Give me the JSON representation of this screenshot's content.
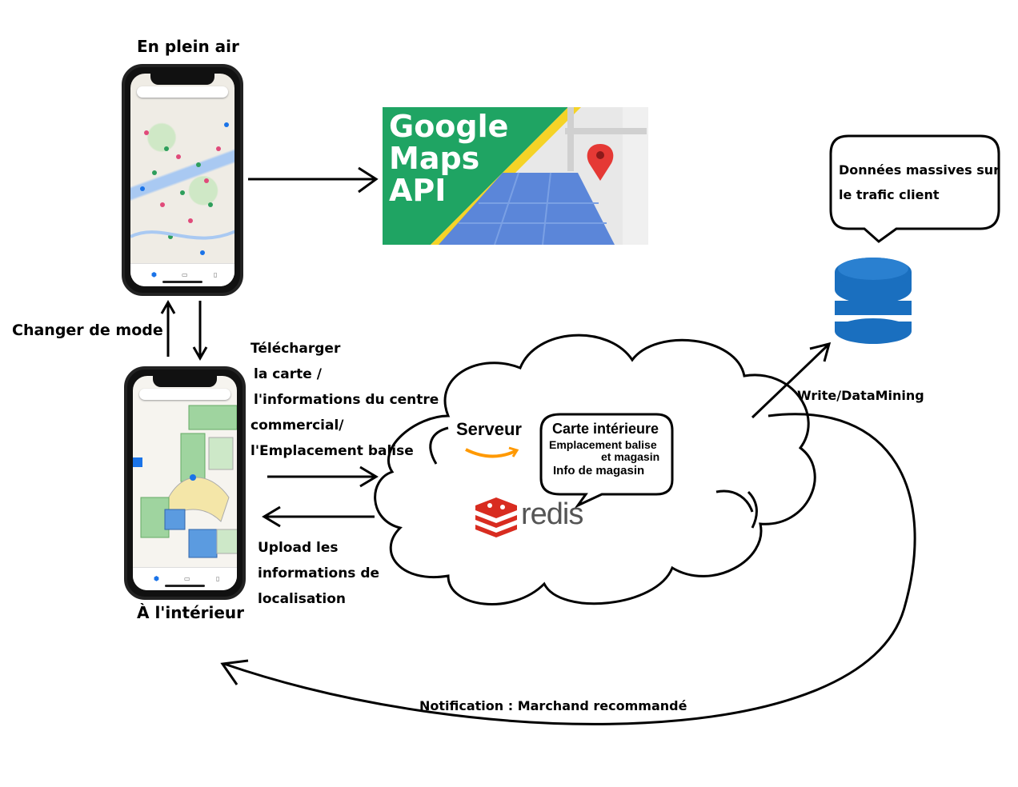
{
  "phones": {
    "outdoor_caption": "En plein air",
    "indoor_caption": "À l'intérieur"
  },
  "mode_switch_label": "Changer de mode",
  "google_maps": {
    "line1": "Google",
    "line2": "Maps",
    "line3": "API",
    "brand_green": "#1fa463",
    "brand_yellow": "#f5d327",
    "map_blue": "#5b86d9",
    "pin_red": "#e53935"
  },
  "download_label": {
    "line1": "Télécharger",
    "line2": "la carte /",
    "line3": "l'informations du centre",
    "line4": "commercial/",
    "line5": "l'Emplacement balise"
  },
  "upload_label": {
    "line1": "Upload les",
    "line2": "informations de",
    "line3": "localisation"
  },
  "server": {
    "title": "Serveur",
    "redis_text": "redis",
    "redis_color": "#d82c20",
    "amazon_arrow_color": "#f90",
    "bubble": {
      "line1": "Carte intérieure",
      "line2": "Emplacement balise",
      "line3": "et magasin",
      "line4": "Info de magasin"
    }
  },
  "database": {
    "bubble_line1": "Données massives sur",
    "bubble_line2": "le trafic client",
    "color": "#1a6fbf"
  },
  "write_label": "Write/DataMining",
  "notification_label": "Notification : Marchand recommandé"
}
